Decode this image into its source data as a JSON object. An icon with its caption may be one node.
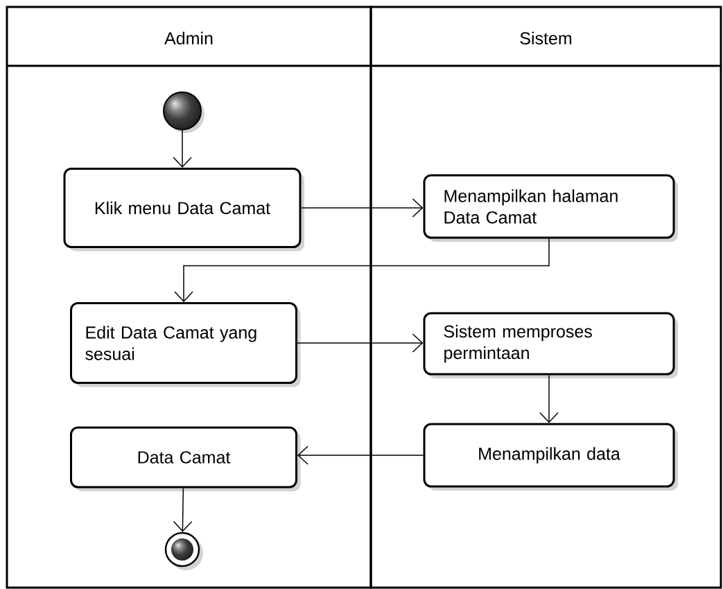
{
  "diagram": {
    "nodes": [
      {
        "text": [
          "Admin"
        ]
      },
      {
        "text": [
          "Sistem"
        ]
      },
      {
        "text": [],
        "shape": "circle",
        "in": 0
      },
      {
        "text": [
          "Klik menu Data Camat"
        ],
        "in": 0
      },
      {
        "text": [
          "Menampilkan halaman Data Camat"
        ],
        "in": 1
      },
      {
        "text": [
          "Edit Data Camat yang sesuai"
        ],
        "in": 0
      },
      {
        "text": [
          "Sistem memproses permintaan"
        ],
        "in": 1
      },
      {
        "text": [
          "Data Camat"
        ],
        "in": 0
      },
      {
        "text": [
          "Menampilkan data"
        ],
        "in": 1
      },
      {
        "text": [],
        "shape": "circle",
        "in": 0
      }
    ],
    "edges": [
      {
        "from": 2,
        "to": 3,
        "arrow": "to"
      },
      {
        "from": 3,
        "to": 4,
        "arrow": "to"
      },
      {
        "from": 4,
        "to": 5,
        "arrow": "to"
      },
      {
        "from": 5,
        "to": 6,
        "arrow": "to"
      },
      {
        "from": 6,
        "to": 8,
        "arrow": "to"
      },
      {
        "from": 8,
        "to": 7,
        "arrow": "to"
      },
      {
        "from": 7,
        "to": 9,
        "arrow": "to"
      }
    ]
  }
}
